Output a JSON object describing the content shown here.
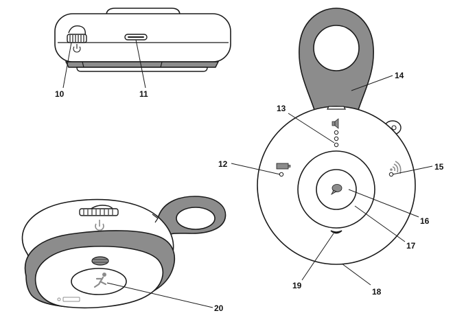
{
  "colors": {
    "outline": "#1a1a1a",
    "strap_fill": "#8c8c8c",
    "device_fill": "#ffffff",
    "background": "#ffffff"
  },
  "icons": [
    "power-icon",
    "speaker-icon",
    "battery-icon",
    "signal-waves-icon",
    "speech-bubble-icon",
    "walking-person-icon"
  ],
  "callouts": {
    "c10": "10",
    "c11": "11",
    "c12": "12",
    "c13": "13",
    "c14": "14",
    "c15": "15",
    "c16": "16",
    "c17": "17",
    "c18": "18",
    "c19": "19",
    "c20": "20"
  }
}
